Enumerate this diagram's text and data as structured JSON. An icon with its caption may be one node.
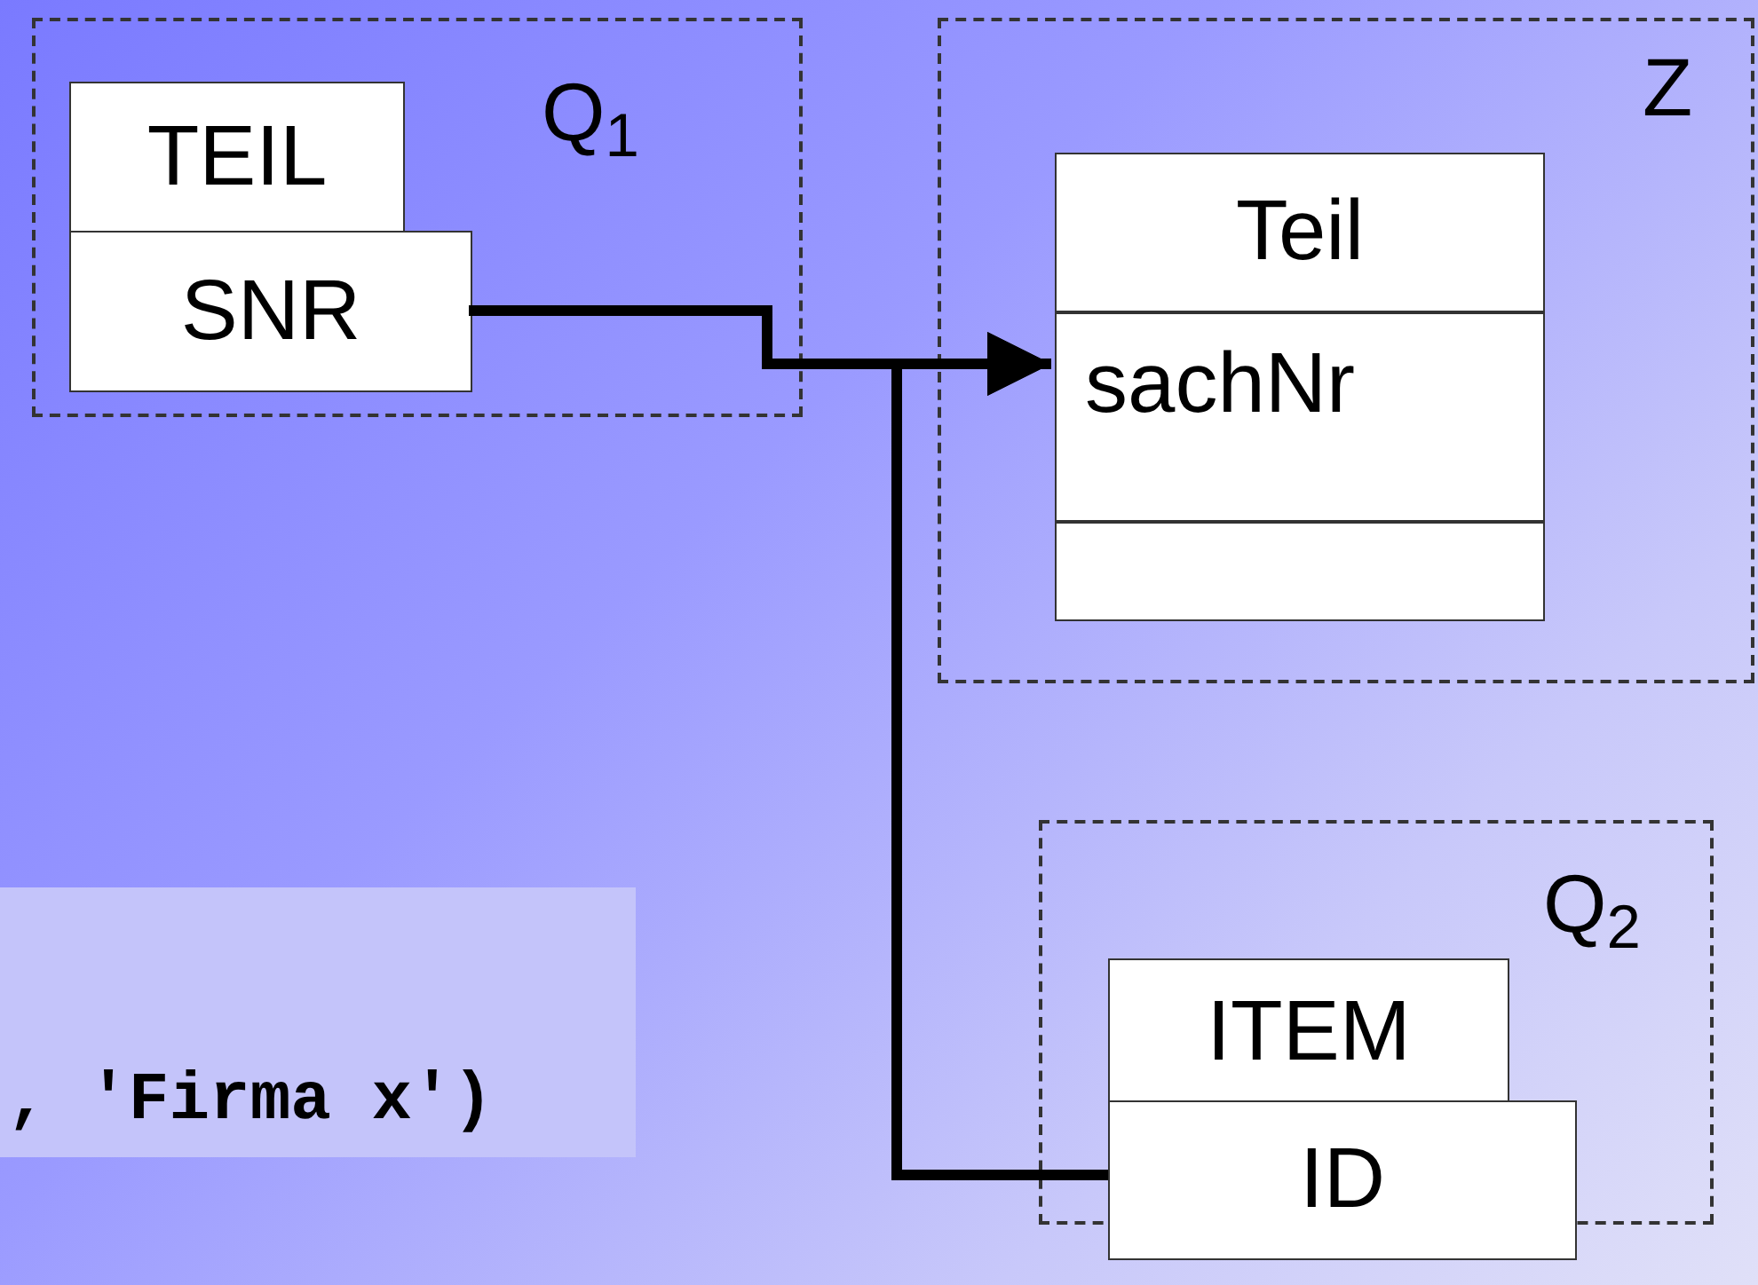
{
  "diagram": {
    "nodes": [
      {
        "text": [
          "Q$_{1}$"
        ]
      },
      {
        "text": [
          "TEIL"
        ],
        "in": 0
      },
      {
        "text": [
          "SNR"
        ],
        "in": 0
      },
      {
        "text": [
          "Z"
        ]
      },
      {
        "text": [
          "Teil"
        ],
        "in": 3
      },
      {
        "text": [
          "sachNr"
        ],
        "in": 3
      },
      {
        "text": [],
        "shape": "box",
        "in": 3
      },
      {
        "text": [
          "Q$_{2}$"
        ]
      },
      {
        "text": [
          "ITEM"
        ],
        "in": 7
      },
      {
        "text": [
          "ID"
        ]
      },
      {
        "text": [
          ", 'Firma x')"
        ]
      }
    ],
    "edges": [
      {
        "from": 2,
        "to": 5,
        "arrow": "to"
      },
      {
        "from": 9,
        "to": 5,
        "arrow": "to"
      }
    ]
  }
}
